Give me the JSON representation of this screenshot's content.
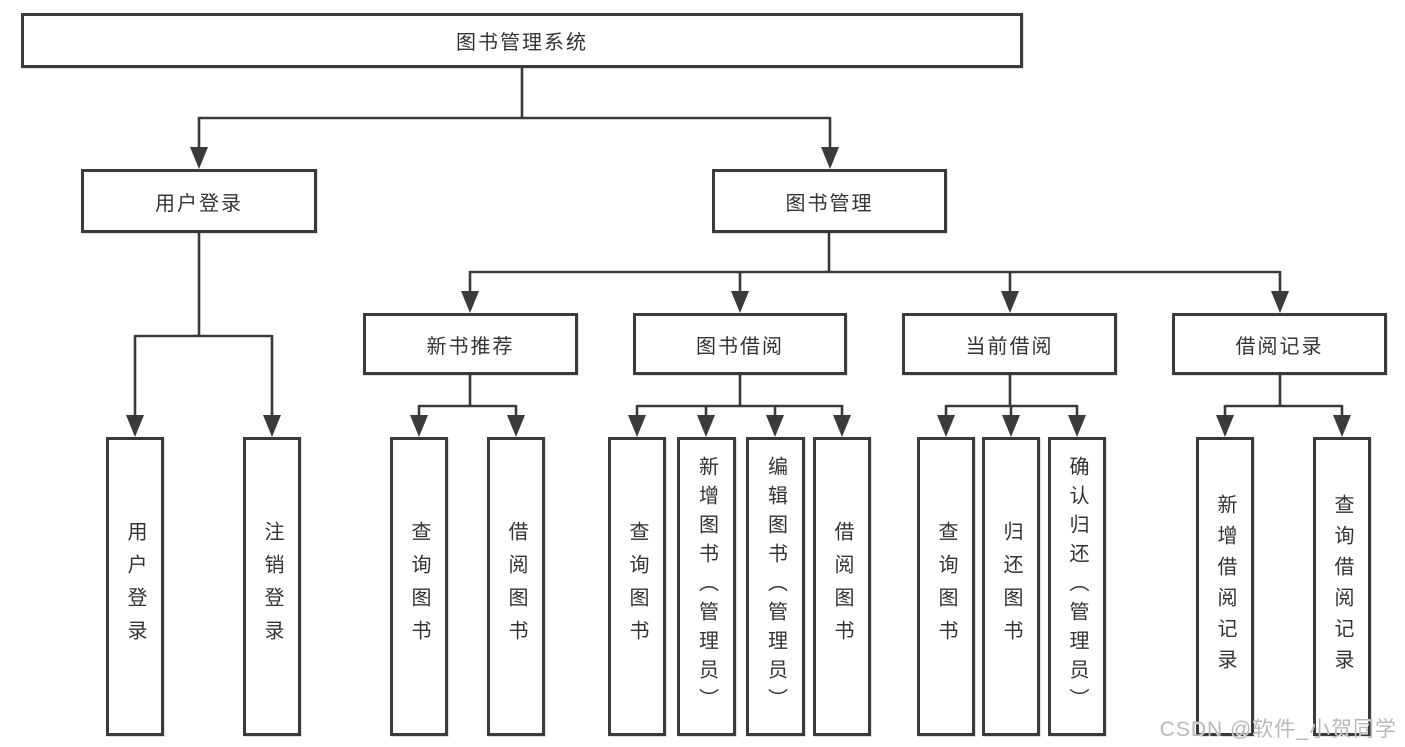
{
  "diagram_title": "图书管理系统",
  "nodes": {
    "root": {
      "label": "图书管理系统"
    },
    "level2": [
      {
        "label": "用户登录"
      },
      {
        "label": "图书管理"
      }
    ],
    "level3": [
      {
        "label": "新书推荐",
        "parent": "图书管理"
      },
      {
        "label": "图书借阅",
        "parent": "图书管理"
      },
      {
        "label": "当前借阅",
        "parent": "图书管理"
      },
      {
        "label": "借阅记录",
        "parent": "图书管理"
      }
    ],
    "leaves": [
      {
        "label": "用户登录",
        "parent": "用户登录"
      },
      {
        "label": "注销登录",
        "parent": "用户登录"
      },
      {
        "label": "查询图书",
        "parent": "新书推荐"
      },
      {
        "label": "借阅图书",
        "parent": "新书推荐"
      },
      {
        "label": "查询图书",
        "parent": "图书借阅"
      },
      {
        "label": "新增图书（管理员）",
        "parent": "图书借阅"
      },
      {
        "label": "编辑图书（管理员）",
        "parent": "图书借阅"
      },
      {
        "label": "借阅图书",
        "parent": "图书借阅"
      },
      {
        "label": "查询图书",
        "parent": "当前借阅"
      },
      {
        "label": "归还图书",
        "parent": "当前借阅"
      },
      {
        "label": "确认归还（管理员）",
        "parent": "当前借阅"
      },
      {
        "label": "新增借阅记录",
        "parent": "借阅记录"
      },
      {
        "label": "查询借阅记录",
        "parent": "借阅记录"
      }
    ]
  },
  "watermark": "CSDN @软件_小贺同学",
  "colors": {
    "line": "#3a3a3a",
    "text": "#333333",
    "watermark": "#b9b9b9",
    "background": "#ffffff"
  }
}
